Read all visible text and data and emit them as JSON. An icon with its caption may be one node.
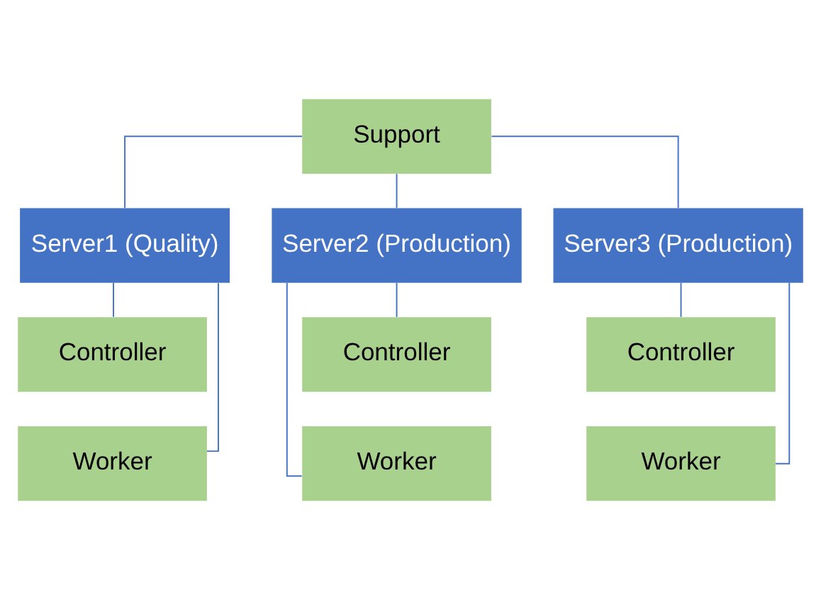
{
  "diagram": {
    "nodes": [
      {
        "text": [
          "Support"
        ]
      },
      {
        "text": [
          "Server1 (Quality)"
        ]
      },
      {
        "text": [
          "Server2 (Production)"
        ]
      },
      {
        "text": [
          "Server3 (Production)"
        ]
      },
      {
        "text": [
          "Controller"
        ]
      },
      {
        "text": [
          "Worker"
        ]
      },
      {
        "text": [
          "Controller"
        ]
      },
      {
        "text": [
          "Worker"
        ]
      },
      {
        "text": [
          "Controller"
        ]
      },
      {
        "text": [
          "Worker"
        ]
      }
    ],
    "edges": [
      {
        "from": 0,
        "to": 1,
        "arrow": "none"
      },
      {
        "from": 0,
        "to": 2,
        "arrow": "none"
      },
      {
        "from": 0,
        "to": 3,
        "arrow": "none"
      },
      {
        "from": 1,
        "to": 4,
        "arrow": "none"
      },
      {
        "from": 1,
        "to": 5,
        "arrow": "none"
      },
      {
        "from": 2,
        "to": 6,
        "arrow": "none"
      },
      {
        "from": 2,
        "to": 7,
        "arrow": "none"
      },
      {
        "from": 3,
        "to": 8,
        "arrow": "none"
      },
      {
        "from": 3,
        "to": 9,
        "arrow": "none"
      }
    ]
  }
}
